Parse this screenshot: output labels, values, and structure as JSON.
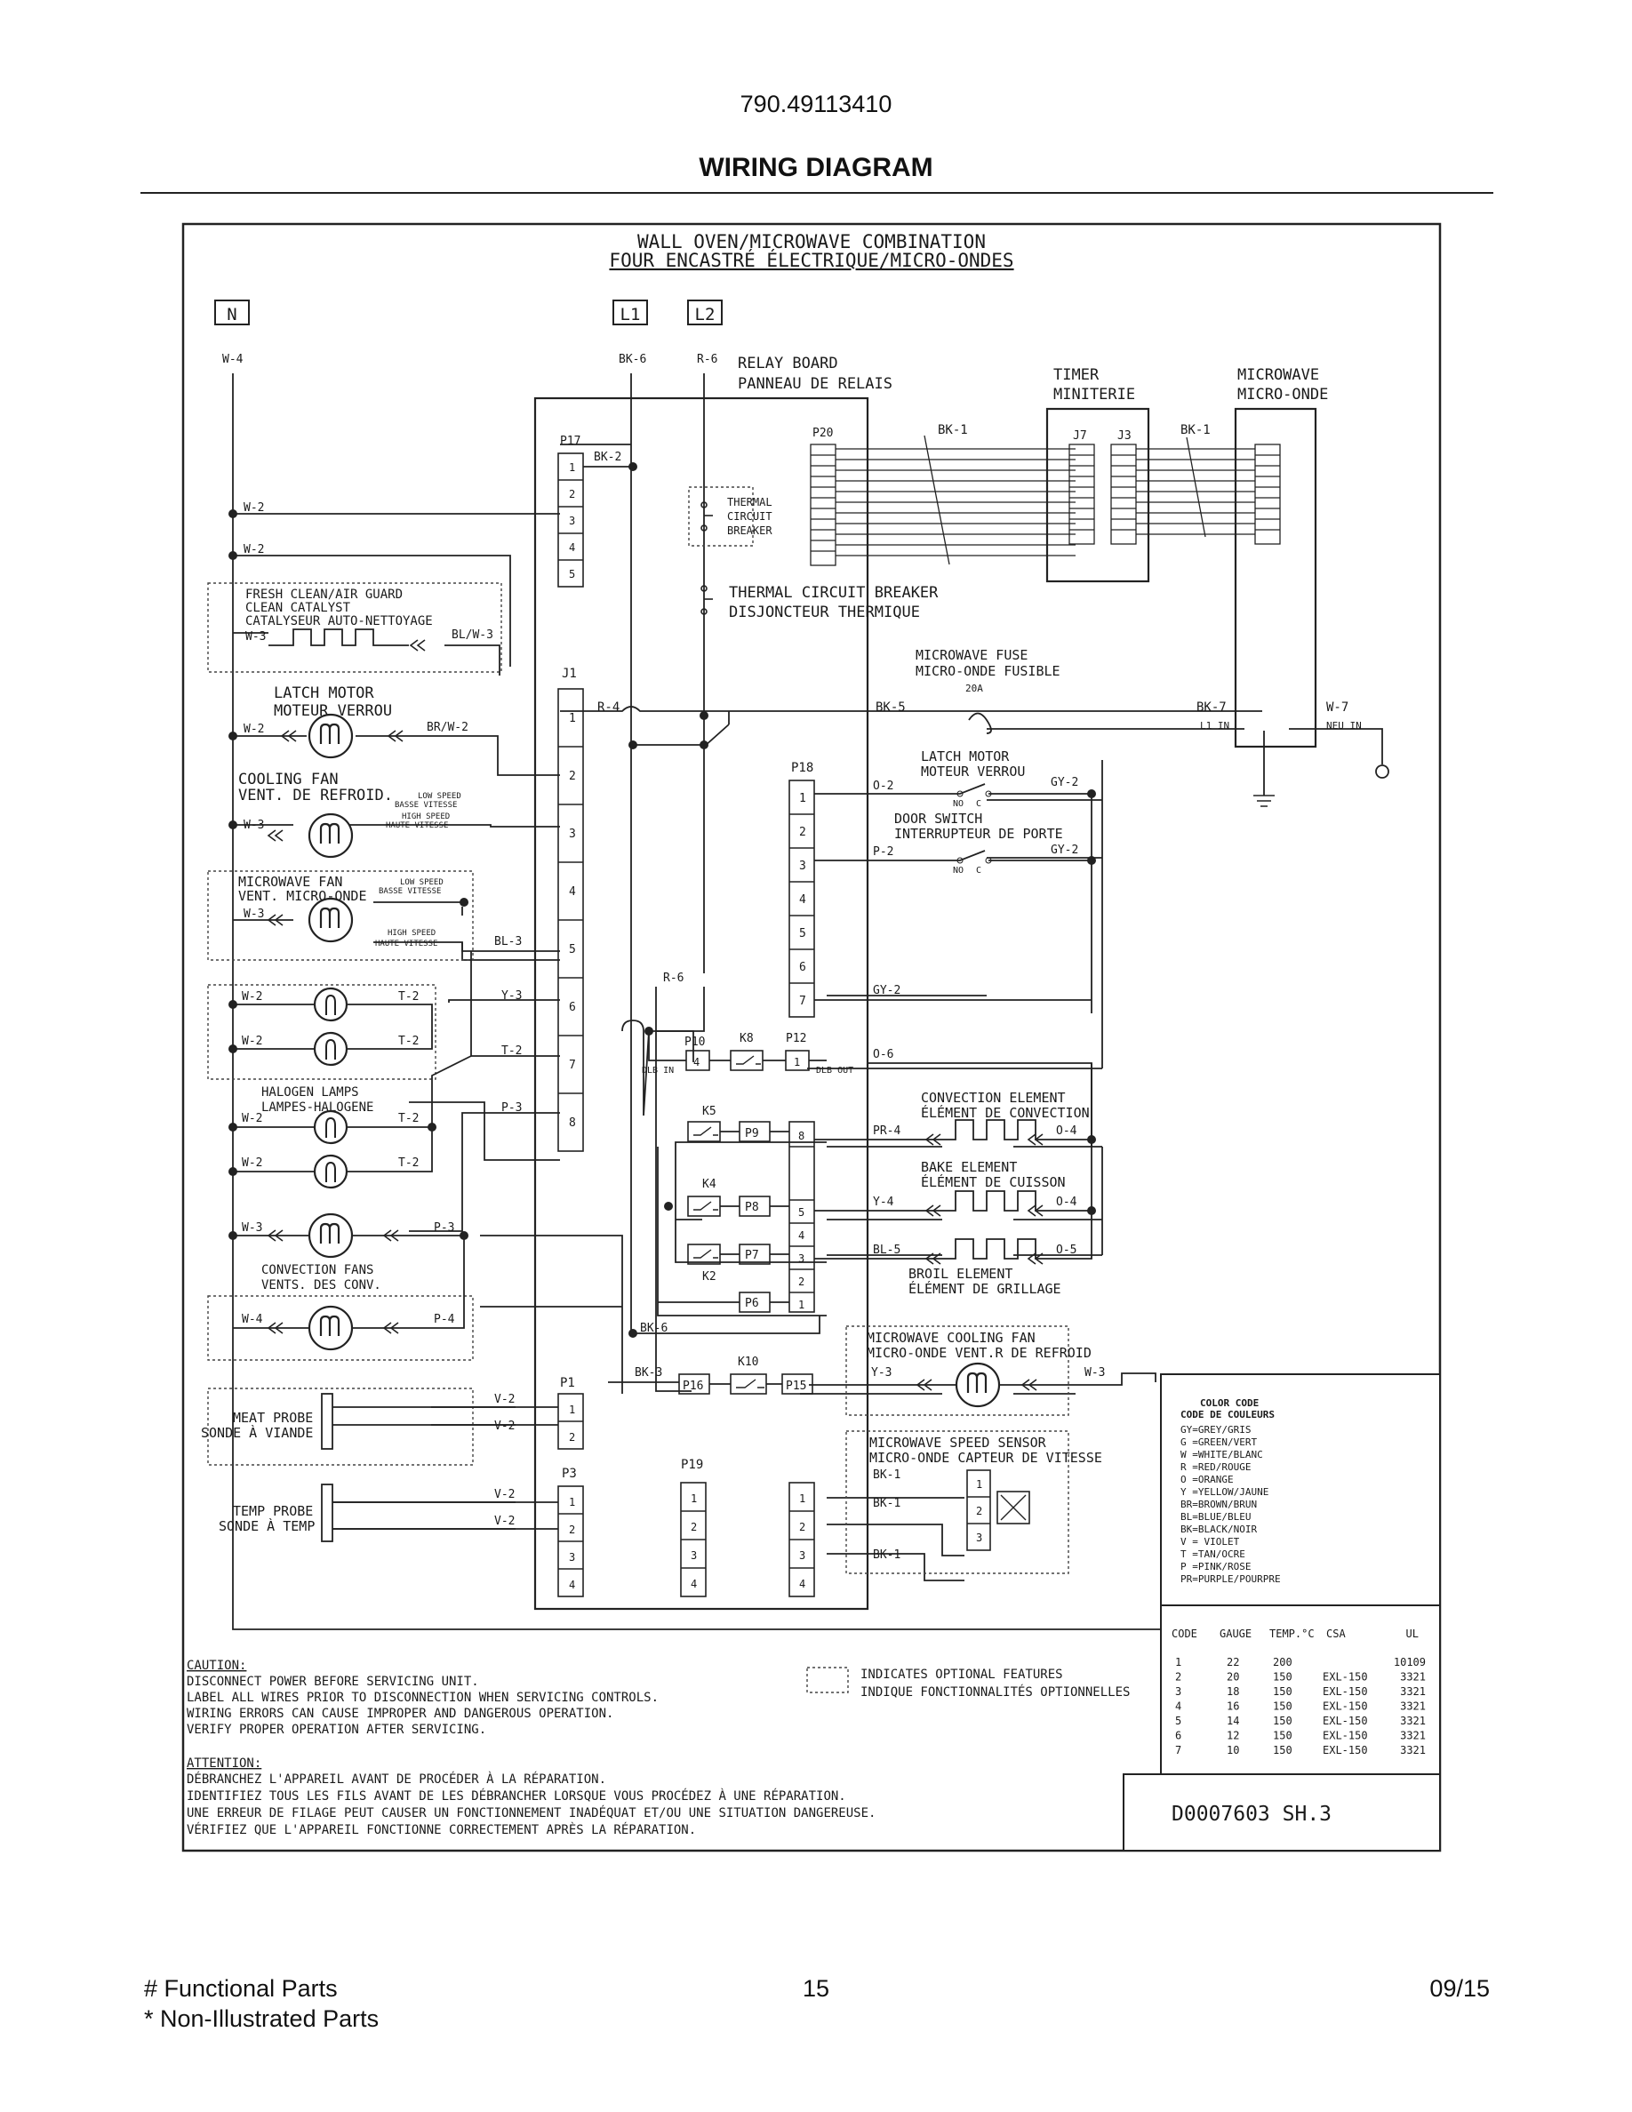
{
  "header": {
    "model": "790.49113410",
    "title": "WIRING DIAGRAM"
  },
  "diagram": {
    "title_en": "WALL OVEN/MICROWAVE COMBINATION",
    "title_fr": "FOUR ENCASTRÉ ÉLECTRIQUE/MICRO-ONDES",
    "terminals": [
      "N",
      "L1",
      "L2"
    ],
    "wires": {
      "w4": "W-4",
      "w2": "W-2",
      "w3": "W-3",
      "w7": "W-7",
      "bk6": "BK-6",
      "r6": "R-6",
      "bk2": "BK-2",
      "bk1": "BK-1",
      "r4": "R-4",
      "bk5": "BK-5",
      "bk7": "BK-7",
      "blw3": "BL/W-3",
      "brw2": "BR/W-2",
      "bl3": "BL-3",
      "y3": "Y-3",
      "t2": "T-2",
      "p3": "P-3",
      "p4": "P-4",
      "v2": "V-2",
      "bk3": "BK-3",
      "o2": "O-2",
      "gy2": "GY-2",
      "p2": "P-2",
      "o6": "O-6",
      "pr4": "PR-4",
      "o4": "O-4",
      "y4": "Y-4",
      "bl5": "BL-5",
      "o5": "O-5"
    },
    "labels": {
      "relay_en": "RELAY BOARD",
      "relay_fr": "PANNEAU DE RELAIS",
      "timer_en": "TIMER",
      "timer_fr": "MINITERIE",
      "mw_en": "MICROWAVE",
      "mw_fr": "MICRO-ONDE",
      "tcb1": "THERMAL",
      "tcb2": "CIRCUIT",
      "tcb3": "BREAKER",
      "tcb_en": "THERMAL CIRCUIT BREAKER",
      "tcb_fr": "DISJONCTEUR THERMIQUE",
      "fuse_en": "MICROWAVE FUSE",
      "fuse_fr": "MICRO-ONDE FUSIBLE",
      "fuse_a": "20A",
      "l1in": "L1 IN",
      "neuin": "NEU IN",
      "fresh1": "FRESH CLEAN/AIR GUARD",
      "fresh2": "CLEAN CATALYST",
      "fresh3": "CATALYSEUR AUTO-NETTOYAGE",
      "latch_en": "LATCH MOTOR",
      "latch_fr": "MOTEUR VERROU",
      "cool_en": "COOLING FAN",
      "cool_fr": "VENT. DE REFROID.",
      "low1": "LOW SPEED",
      "low2": "BASSE VITESSE",
      "high1": "HIGH SPEED",
      "high2": "HAUTE VITESSE",
      "mwfan_en": "MICROWAVE FAN",
      "mwfan_fr": "VENT. MICRO-ONDE",
      "halo_en": "HALOGEN LAMPS",
      "halo_fr": "LAMPES-HALOGENE",
      "conv_en": "CONVECTION FANS",
      "conv_fr": "VENTS. DES CONV.",
      "meat_en": "MEAT PROBE",
      "meat_fr": "SONDE À VIANDE",
      "temp_en": "TEMP PROBE",
      "temp_fr": "SONDE À TEMP",
      "door_en": "DOOR SWITCH",
      "door_fr": "INTERRUPTEUR DE PORTE",
      "no": "NO",
      "c": "C",
      "dlbin": "DLB IN",
      "dlbout": "DLB OUT",
      "convel_en": "CONVECTION ELEMENT",
      "convel_fr": "ÉLÉMENT DE CONVECTION",
      "bake_en": "BAKE ELEMENT",
      "bake_fr": "ÉLÉMENT DE CUISSON",
      "broil_en": "BROIL ELEMENT",
      "broil_fr": "ÉLÉMENT DE GRILLAGE",
      "mwcool_en": "MICROWAVE COOLING FAN",
      "mwcool_fr": "MICRO-ONDE VENT.R DE REFROID",
      "mwspeed_en": "MICROWAVE SPEED SENSOR",
      "mwspeed_fr": "MICRO-ONDE CAPTEUR DE VITESSE"
    },
    "connectors": {
      "P17": "P17",
      "P20": "P20",
      "J7": "J7",
      "J3": "J3",
      "J1": "J1",
      "P18": "P18",
      "P10": "P10",
      "K8": "K8",
      "P12": "P12",
      "K5": "K5",
      "P9": "P9",
      "K4": "K4",
      "P8": "P8",
      "P7": "P7",
      "K2": "K2",
      "P6": "P6",
      "P1": "P1",
      "K10": "K10",
      "P16": "P16",
      "P15": "P15",
      "P3": "P3",
      "P19": "P19"
    },
    "color_code": {
      "title_en": "COLOR CODE",
      "title_fr": "CODE DE COULEURS",
      "entries": [
        "GY=GREY/GRIS",
        "G =GREEN/VERT",
        "W =WHITE/BLANC",
        "R =RED/ROUGE",
        "O =ORANGE",
        "Y =YELLOW/JAUNE",
        "BR=BROWN/BRUN",
        "BL=BLUE/BLEU",
        "BK=BLACK/NOIR",
        "V = VIOLET",
        "T =TAN/OCRE",
        "P =PINK/ROSE",
        "PR=PURPLE/POURPRE"
      ]
    },
    "gauge_table": {
      "headers": [
        "CODE",
        "GAUGE",
        "TEMP.°C",
        "CSA",
        "UL"
      ],
      "rows": [
        [
          "1",
          "22",
          "200",
          "",
          "10109"
        ],
        [
          "2",
          "20",
          "150",
          "EXL-150",
          "3321"
        ],
        [
          "3",
          "18",
          "150",
          "EXL-150",
          "3321"
        ],
        [
          "4",
          "16",
          "150",
          "EXL-150",
          "3321"
        ],
        [
          "5",
          "14",
          "150",
          "EXL-150",
          "3321"
        ],
        [
          "6",
          "12",
          "150",
          "EXL-150",
          "3321"
        ],
        [
          "7",
          "10",
          "150",
          "EXL-150",
          "3321"
        ]
      ]
    },
    "optional_en": "INDICATES OPTIONAL FEATURES",
    "optional_fr": "INDIQUE FONCTIONNALITÉS OPTIONNELLES",
    "caution": {
      "title": "CAUTION:",
      "lines": [
        "DISCONNECT POWER BEFORE SERVICING UNIT.",
        "LABEL ALL WIRES PRIOR TO DISCONNECTION WHEN SERVICING CONTROLS.",
        "WIRING ERRORS CAN CAUSE IMPROPER AND DANGEROUS OPERATION.",
        "VERIFY PROPER OPERATION AFTER SERVICING."
      ]
    },
    "attention": {
      "title": "ATTENTION:",
      "lines": [
        "DÉBRANCHEZ L'APPAREIL AVANT DE PROCÉDER À LA RÉPARATION.",
        "IDENTIFIEZ TOUS LES FILS AVANT DE LES DÉBRANCHER LORSQUE VOUS PROCÉDEZ À UNE RÉPARATION.",
        "UNE ERREUR DE FILAGE PEUT CAUSER UN FONCTIONNEMENT INADÉQUAT ET/OU UNE SITUATION DANGEREUSE.",
        "VÉRIFIEZ QUE L'APPAREIL FONCTIONNE CORRECTEMENT APRÈS LA RÉPARATION."
      ]
    },
    "doc_number": "D0007603 SH.3"
  },
  "footer": {
    "left1": "# Functional Parts",
    "left2": "* Non-Illustrated Parts",
    "page": "15",
    "date": "09/15"
  }
}
